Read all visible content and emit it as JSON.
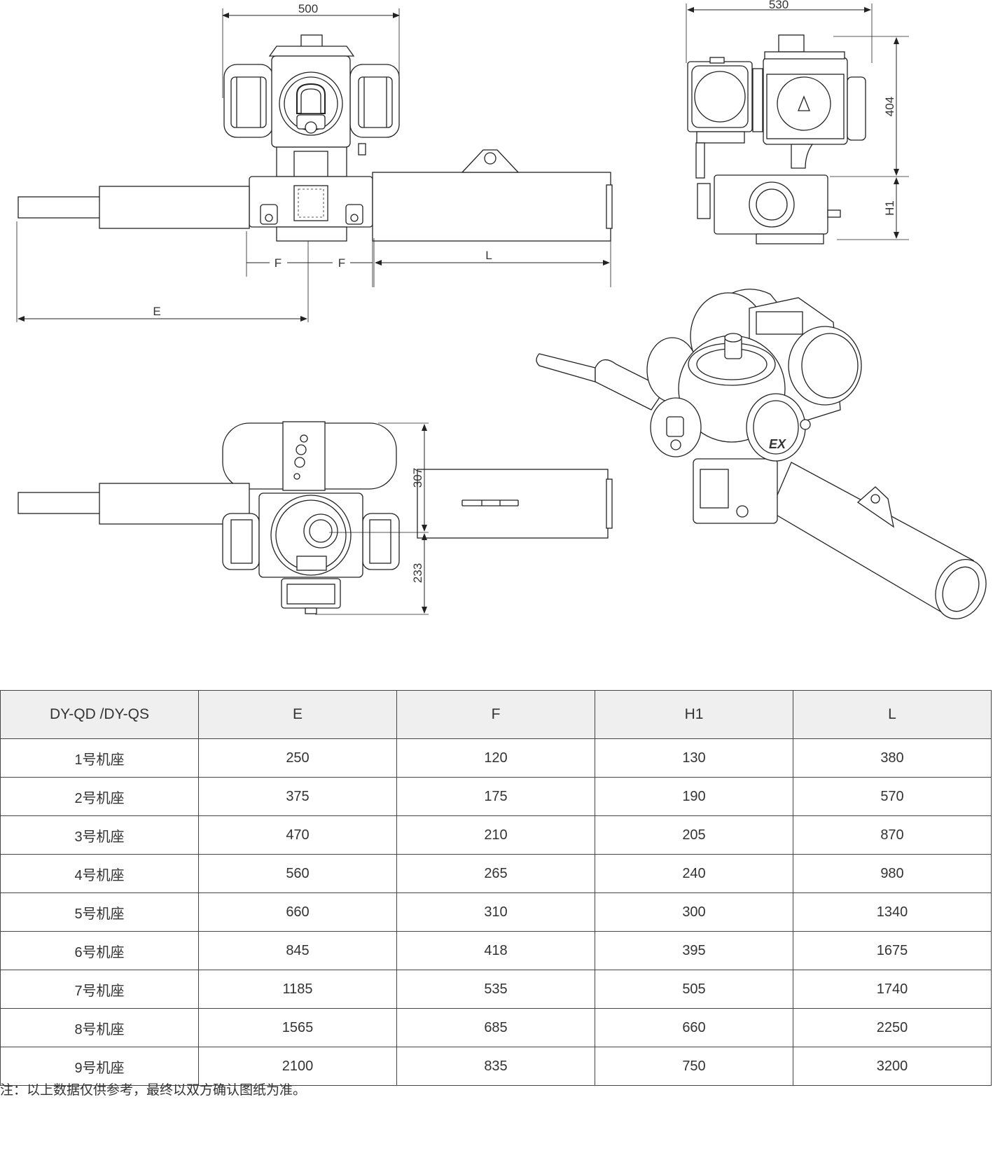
{
  "dimensions": {
    "front_width": "500",
    "side_width": "530",
    "side_height": "404",
    "side_h1": "H1",
    "front_f_left": "F",
    "front_f_right": "F",
    "front_l": "L",
    "front_e": "E",
    "top_upper": "307",
    "top_lower": "233"
  },
  "iso_label": "EX",
  "table": {
    "headers": [
      "DY-QD /DY-QS",
      "E",
      "F",
      "H1",
      "L"
    ],
    "rows": [
      [
        "1号机座",
        "250",
        "120",
        "130",
        "380"
      ],
      [
        "2号机座",
        "375",
        "175",
        "190",
        "570"
      ],
      [
        "3号机座",
        "470",
        "210",
        "205",
        "870"
      ],
      [
        "4号机座",
        "560",
        "265",
        "240",
        "980"
      ],
      [
        "5号机座",
        "660",
        "310",
        "300",
        "1340"
      ],
      [
        "6号机座",
        "845",
        "418",
        "395",
        "1675"
      ],
      [
        "7号机座",
        "1185",
        "535",
        "505",
        "1740"
      ],
      [
        "8号机座",
        "1565",
        "685",
        "660",
        "2250"
      ],
      [
        "9号机座",
        "2100",
        "835",
        "750",
        "3200"
      ]
    ]
  },
  "note": "注：以上数据仅供参考，最终以双方确认图纸为准。"
}
